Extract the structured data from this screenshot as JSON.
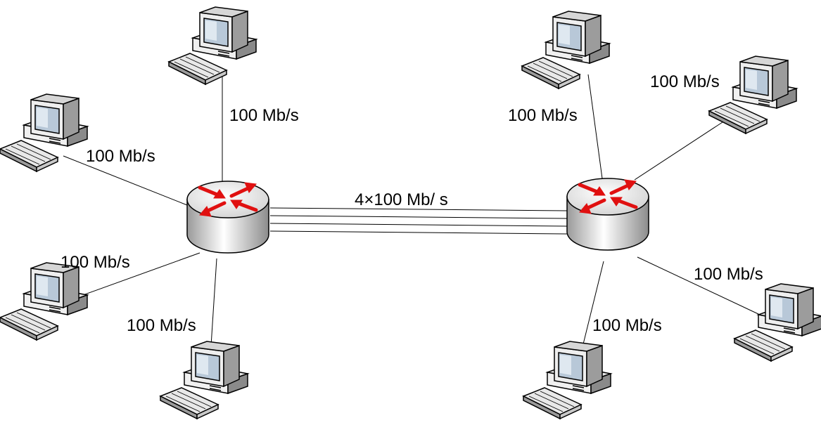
{
  "links": {
    "trunk_label": "4×100 Mb/ s",
    "left": {
      "top": "100 Mb/s",
      "upper_left": "100 Mb/s",
      "lower_left": "100 Mb/s",
      "bottom": "100 Mb/s"
    },
    "right": {
      "top": "100 Mb/s",
      "upper_right": "100 Mb/s",
      "lower_right": "100 Mb/s",
      "bottom": "100 Mb/s"
    }
  },
  "colors": {
    "line": "#000000",
    "router_body_light": "#ffffff",
    "router_body_dark": "#a8a8a8",
    "arrow": "#e01010",
    "pc_body": "#e6e6e6",
    "pc_shadow": "#8a8a8a",
    "screen": "#b8c8d8"
  },
  "icons": {
    "router": "router-icon",
    "computer": "desktop-computer-icon"
  }
}
